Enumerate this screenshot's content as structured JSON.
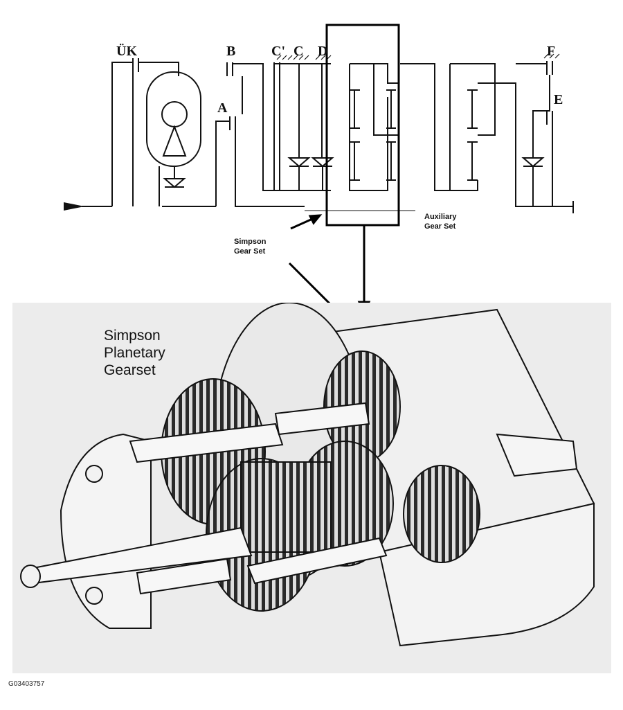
{
  "schematic": {
    "element_labels": {
      "uk": "ÜK",
      "b": "B",
      "a": "A",
      "c_prime": "C'",
      "c": "C",
      "d": "D",
      "f": "F",
      "e": "E"
    },
    "callouts": {
      "simpson_line1": "Simpson",
      "simpson_line2": "Gear Set",
      "auxiliary_line1": "Auxiliary",
      "auxiliary_line2": "Gear Set"
    }
  },
  "cutaway": {
    "title_lines": [
      "Simpson",
      "Planetary",
      "Gearset"
    ],
    "background_color": "#ececec"
  },
  "figure_id": "G03403757"
}
